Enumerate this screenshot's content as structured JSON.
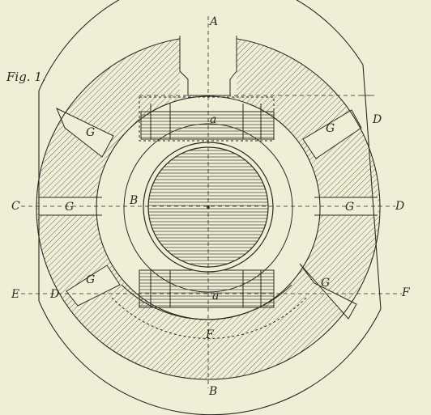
{
  "figure": {
    "title": "Fig. 1.",
    "labels": {
      "A": "A",
      "B_bottom": "B",
      "B_center": "B",
      "C": "C",
      "D_right": "D",
      "D_upper_right": "D",
      "D_left": "D",
      "E": "E",
      "F_right": "F",
      "F_bottom": "F",
      "a_top": "a",
      "a_bottom": "a",
      "G_upper_left": "G",
      "G_upper_right": "G",
      "G_mid_left": "G",
      "G_mid_right": "G",
      "G_lower_left": "G",
      "G_lower_right": "G"
    }
  },
  "colors": {
    "paper": "#efefd8",
    "ink": "#2a2a22",
    "hatch": "#5a5a4a"
  }
}
